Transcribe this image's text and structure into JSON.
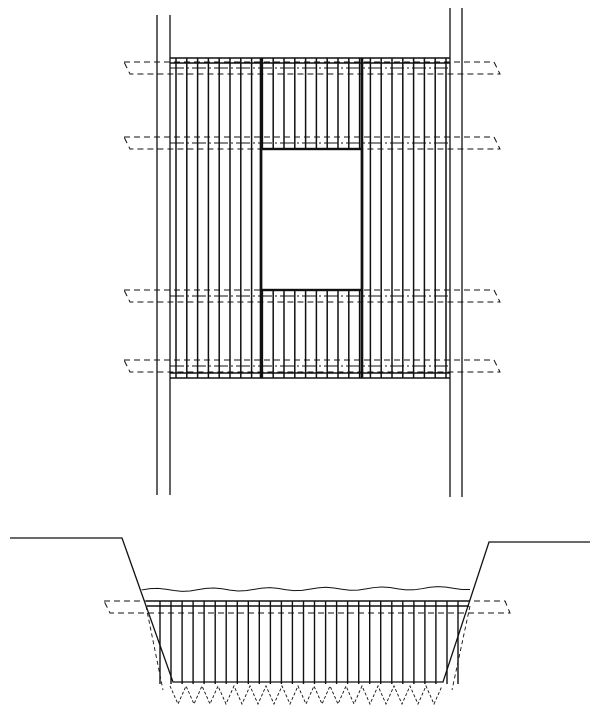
{
  "colors": {
    "background": "#ffffff",
    "ink": "#111111"
  },
  "diagram": {
    "plan_view": {
      "description_visible": false,
      "dashed_beam_count": 4,
      "vertical_bar_count": 26,
      "has_central_opening": true
    },
    "section_view": {
      "has_trench_profile": true,
      "has_water_surface": true,
      "has_dashed_beam": true,
      "vertical_bar_count": 28,
      "has_zigzag_toe": true
    }
  }
}
